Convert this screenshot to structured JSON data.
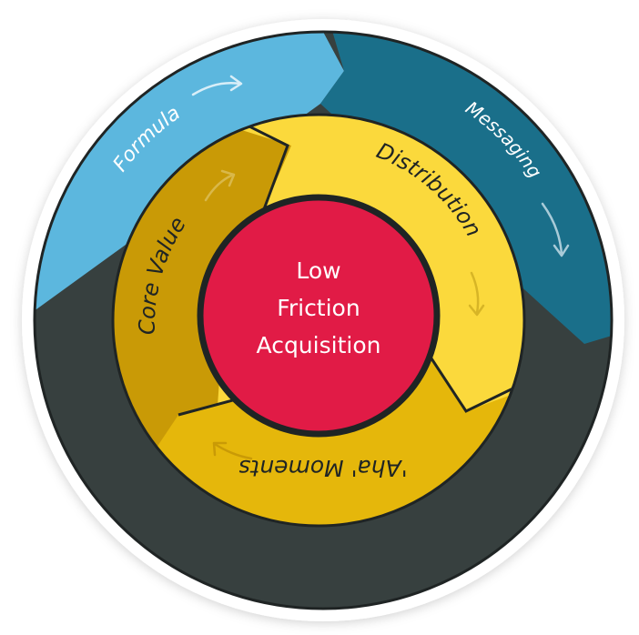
{
  "center": {
    "lines": [
      "Low",
      "Friction",
      "Acquisition"
    ]
  },
  "outer_ring": {
    "formula": "Formula",
    "messaging": "Messaging"
  },
  "inner_ring": {
    "distribution": "Distribution",
    "aha_moments": "'Aha' Moments",
    "core_value": "Core Value"
  },
  "colors": {
    "outer_dark": "#37403f",
    "outer_blue": "#5cb7de",
    "outer_teal": "#1a6f8a",
    "inner_gold": "#c99a06",
    "inner_yellow": "#fbd93c",
    "inner_lower_yellow": "#e5b70b",
    "center_red": "#e11b46",
    "outline": "#1f2424"
  }
}
